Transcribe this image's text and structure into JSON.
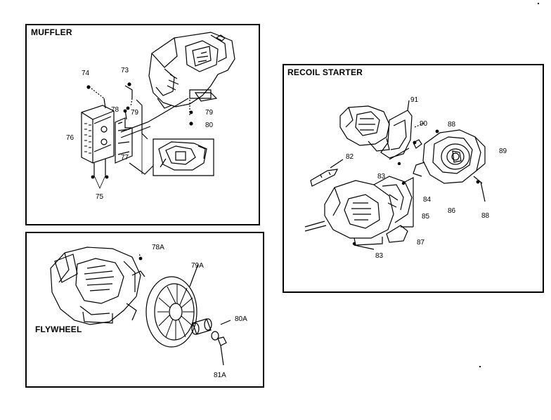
{
  "panels": {
    "muffler": {
      "title": "MUFFLER",
      "labels": {
        "p74": "74",
        "p73": "73",
        "p78": "78",
        "p79a": "79",
        "p79b": "79",
        "p80": "80",
        "p76": "76",
        "p77": "77",
        "p75": "75"
      }
    },
    "recoil": {
      "title": "RECOIL STARTER",
      "labels": {
        "p91": "91",
        "p90": "90",
        "p88a": "88",
        "p89": "89",
        "p82": "82",
        "p83a": "83",
        "p84": "84",
        "p85": "85",
        "p86": "86",
        "p88b": "88",
        "p87": "87",
        "p83b": "83"
      }
    },
    "flywheel": {
      "title": "FLYWHEEL",
      "labels": {
        "p78a": "78A",
        "p79a": "79A",
        "p80a": "80A",
        "p81a": "81A"
      }
    }
  }
}
